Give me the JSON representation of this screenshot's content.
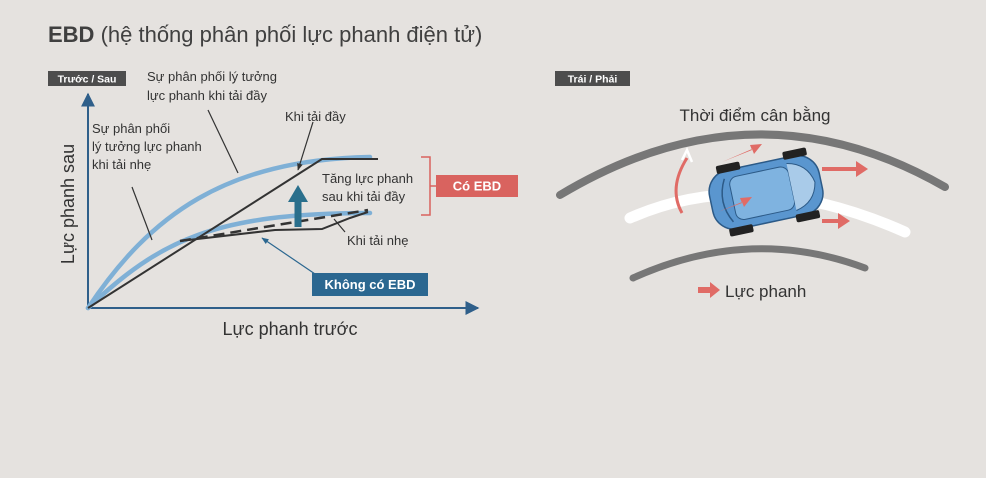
{
  "title": {
    "abbr": "EBD",
    "rest": " (hệ thống phân phối lực phanh điện tử)"
  },
  "left_panel": {
    "tag": "Trước / Sau",
    "y_axis_label": "Lực phanh sau",
    "x_axis_label": "Lực phanh trước",
    "ideal_full_label_1": "Sự phân phối lý tưởng",
    "ideal_full_label_2": "lực phanh khi tải đầy",
    "ideal_light_label_1": "Sự phân phối",
    "ideal_light_label_2": "lý tưởng lực phanh",
    "ideal_light_label_3": "khi tải nhẹ",
    "full_load_label": "Khi tải đầy",
    "light_load_label": "Khi tải nhẹ",
    "increase_label_1": "Tăng lực phanh",
    "increase_label_2": "sau khi tải đầy",
    "with_ebd": "Có EBD",
    "without_ebd": "Không có EBD"
  },
  "right_panel": {
    "tag": "Trái / Phải",
    "balance_label": "Thời điểm cân bằng",
    "legend_label": "Lực phanh"
  },
  "colors": {
    "background": "#e5e2df",
    "curve_blue": "#7fb0d6",
    "dark_line": "#333333",
    "teal_arrow": "#2a6f8c",
    "with_ebd_red": "#d9635f",
    "without_ebd_blue": "#2b6790",
    "tag_bg": "#4d4d4d",
    "car_body": "#5a96cf"
  }
}
